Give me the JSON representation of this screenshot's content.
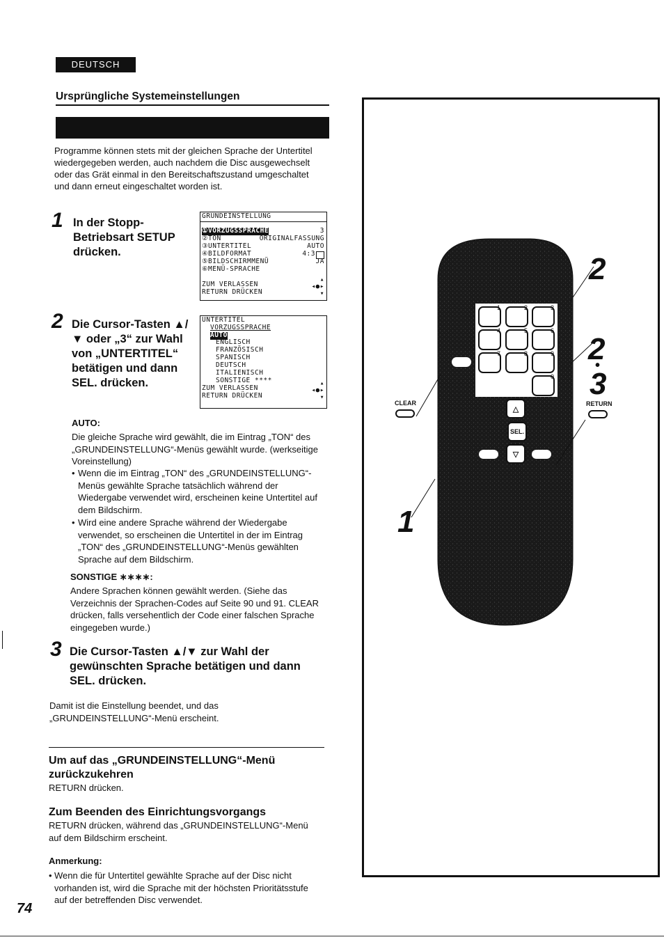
{
  "header": {
    "language_tab": "DEUTSCH",
    "section_title": "Ursprüngliche Systemeinstellungen"
  },
  "intro": "Programme können stets mit der gleichen Sprache der Untertitel wiedergegeben werden, auch nachdem die Disc ausgewechselt oder das Grät einmal in den Bereitschaftszustand umgeschaltet und dann erneut eingeschaltet worden ist.",
  "step1": {
    "number": "1",
    "text": "In der Stopp-Betriebsart SETUP drücken."
  },
  "step2": {
    "number": "2",
    "text": "Die Cursor-Tasten ▲/▼ oder „3“ zur Wahl von „UNTERTITEL“ betätigen und dann SEL. drücken."
  },
  "step3": {
    "number": "3",
    "text": "Die Cursor-Tasten ▲/▼ zur Wahl der gewünschten Sprache betätigen und dann SEL. drücken."
  },
  "osd1": {
    "title": "GRUNDEINSTELLUNG",
    "hl": "①VORZUGSSPRACHE",
    "hl_right": "3",
    "rows": [
      {
        "label": "②TON",
        "value": "ORIGINALFASSUNG"
      },
      {
        "label": "③UNTERTITEL",
        "value": "AUTO"
      },
      {
        "label": "④BILDFORMAT",
        "value": "4:3"
      },
      {
        "label": "⑤BILDSCHIRMMENÜ",
        "value": "JA"
      },
      {
        "label": "⑥MENÜ-SPRACHE",
        "value": ""
      }
    ],
    "footer1": "ZUM VERLASSEN",
    "footer2": "RETURN DRÜCKEN"
  },
  "osd2": {
    "title": "UNTERTITEL",
    "subtitle": "VORZUGSSPRACHE",
    "items": [
      "AUTO",
      "ENGLISCH",
      "FRANZÖSISCH",
      "SPANISCH",
      "DEUTSCH",
      "ITALIENISCH",
      "SONSTIGE ****"
    ],
    "footer1": "ZUM VERLASSEN",
    "footer2": "RETURN DRÜCKEN"
  },
  "auto": {
    "title": "AUTO:",
    "text": "Die gleiche Sprache wird gewählt, die im Eintrag „TON“ des „GRUNDEINSTELLUNG“-Menüs gewählt wurde. (werkseitige Voreinstellung)",
    "bullets": [
      "Wenn die im Eintrag „TON“ des „GRUNDEINSTELLUNG“-Menüs gewählte Sprache tatsächlich während der Wiedergabe verwendet wird, erscheinen keine Untertitel auf dem Bildschirm.",
      "Wird eine andere Sprache während der Wiedergabe verwendet, so erscheinen die Untertitel in der im Eintrag „TON“ des „GRUNDEINSTELLUNG“-Menüs gewählten Sprache auf dem Bildschirm."
    ]
  },
  "sonstige": {
    "title": "SONSTIGE ∗∗∗∗:",
    "text": "Andere Sprachen können gewählt werden. (Siehe das Verzeichnis der Sprachen-Codes auf Seite 90 und 91. CLEAR drücken, falls versehentlich der Code einer falschen Sprache eingegeben wurde.)"
  },
  "step3_result": "Damit ist die Einstellung beendet, und das „GRUNDEINSTELLUNG“-Menü erscheint.",
  "return_section": {
    "title": "Um auf das „GRUNDEINSTELLUNG“-Menü zurückzukehren",
    "text": "RETURN drücken."
  },
  "end_section": {
    "title": "Zum Beenden des Einrichtungsvorgangs",
    "text": "RETURN drücken, während das „GRUNDEINSTELLUNG“-Menü auf dem Bildschirm erscheint."
  },
  "note": {
    "title": "Anmerkung:",
    "text": "Wenn die für Untertitel gewählte Sprache auf der Disc nicht vorhanden ist, wird die Sprache mit der höchsten Prioritätsstufe auf der betreffenden Disc verwendet."
  },
  "page_number": "74",
  "remote": {
    "clear_label": "CLEAR",
    "return_label": "RETURN",
    "sel_label": "SEL.",
    "numbers": [
      "1",
      "2",
      "3",
      "4",
      "5",
      "6",
      "7",
      "8",
      "9",
      "0"
    ],
    "callouts": {
      "top": "2",
      "mid1": "2",
      "mid_dot": "•",
      "mid2": "3",
      "bottom": "1"
    }
  }
}
